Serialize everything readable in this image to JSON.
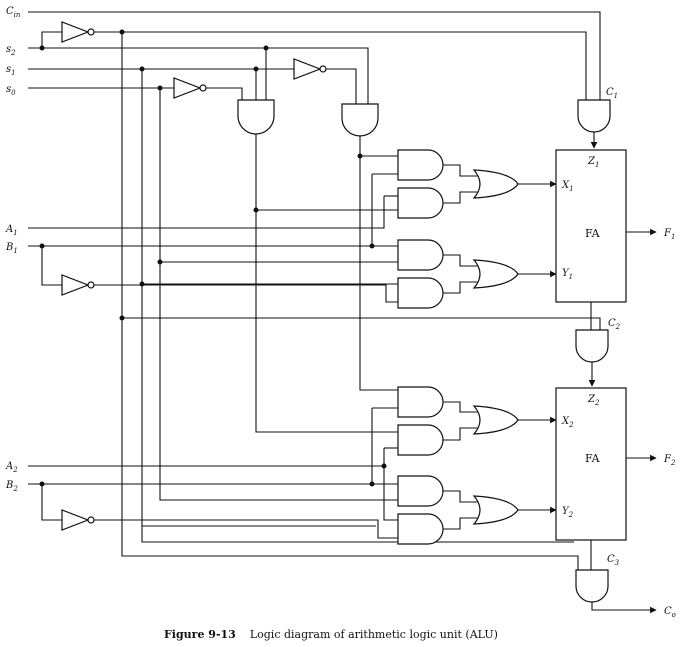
{
  "inputs": {
    "cin": "C",
    "cin_sub": "in",
    "s2": "s",
    "s2_sub": "2",
    "s1": "s",
    "s1_sub": "1",
    "s0": "s",
    "s0_sub": "0",
    "a1": "A",
    "a1_sub": "1",
    "b1": "B",
    "b1_sub": "1",
    "a2": "A",
    "a2_sub": "2",
    "b2": "B",
    "b2_sub": "2"
  },
  "stage1": {
    "carry_in": "C",
    "carry_in_sub": "1",
    "z": "Z",
    "z_sub": "1",
    "x": "X",
    "x_sub": "1",
    "y": "Y",
    "y_sub": "1",
    "fa": "FA",
    "f": "F",
    "f_sub": "1"
  },
  "stage2": {
    "carry_in": "C",
    "carry_in_sub": "2",
    "z": "Z",
    "z_sub": "2",
    "x": "X",
    "x_sub": "2",
    "y": "Y",
    "y_sub": "2",
    "fa": "FA",
    "f": "F",
    "f_sub": "2"
  },
  "carry_out": {
    "c3": "C",
    "c3_sub": "3",
    "co": "C",
    "co_sub": "o"
  },
  "caption": {
    "figure": "Figure 9-13",
    "text": "Logic diagram of arithmetic logic unit (ALU)"
  }
}
